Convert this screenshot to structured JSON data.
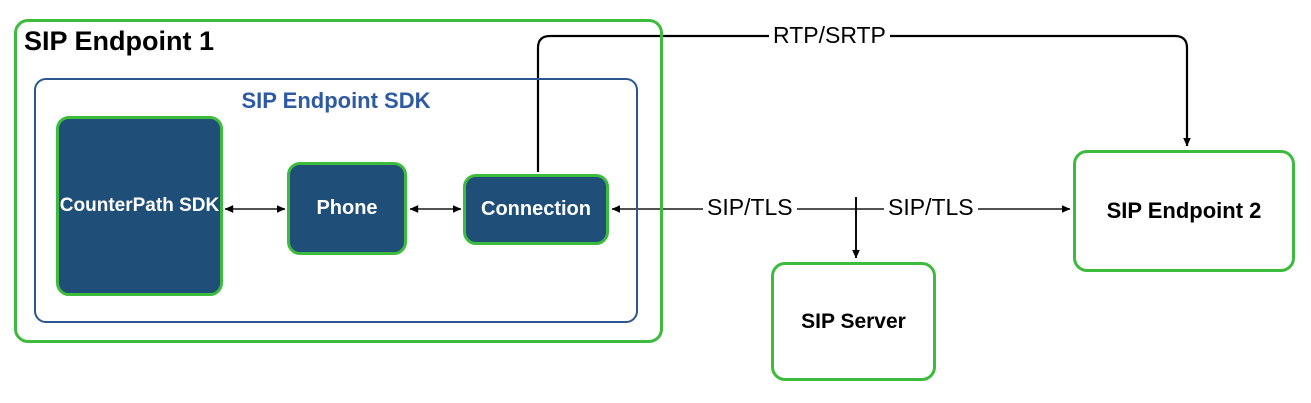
{
  "diagram": {
    "title_outer": "SIP Endpoint 1",
    "title_inner": "SIP Endpoint SDK",
    "components": {
      "counterpath_sdk": "CounterPath SDK",
      "phone": "Phone",
      "connection": "Connection"
    },
    "nodes": {
      "sip_server": "SIP Server",
      "sip_endpoint_2": "SIP Endpoint 2"
    },
    "wires": {
      "rtp_srtp": "RTP/SRTP",
      "sip_tls_left": "SIP/TLS",
      "sip_tls_right": "SIP/TLS"
    },
    "colors": {
      "green_stroke": "#3DBB3D",
      "blue_stroke": "#2D5591",
      "box_fill": "#1F4E79",
      "inner_title": "#2D5AA0",
      "wire": "#000000",
      "background": "#FFFFFF"
    }
  }
}
